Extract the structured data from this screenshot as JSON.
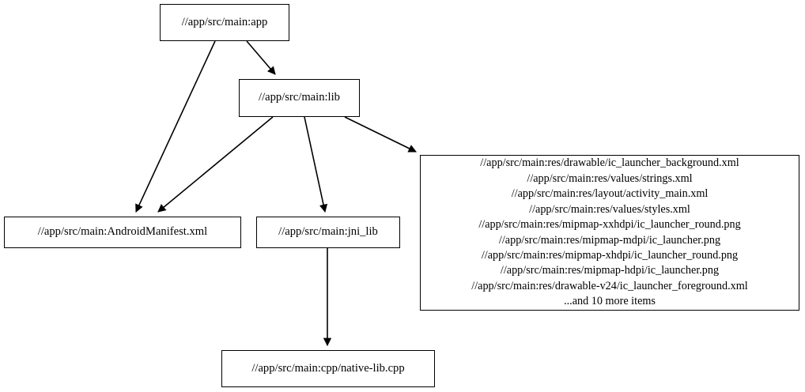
{
  "diagram": {
    "type": "dependency-graph",
    "title": "",
    "background_color": "#ffffff",
    "node_border_color": "#000000",
    "node_fill_color": "#ffffff",
    "edge_color": "#000000",
    "nodes": [
      {
        "id": "app",
        "label": "//app/src/main:app"
      },
      {
        "id": "lib",
        "label": "//app/src/main:lib"
      },
      {
        "id": "manifest",
        "label": "//app/src/main:AndroidManifest.xml"
      },
      {
        "id": "jni_lib",
        "label": "//app/src/main:jni_lib"
      },
      {
        "id": "res_bundle",
        "label": "//app/src/main:res/drawable/ic_launcher_background.xml\n//app/src/main:res/values/strings.xml\n//app/src/main:res/layout/activity_main.xml\n//app/src/main:res/values/styles.xml\n//app/src/main:res/mipmap-xxhdpi/ic_launcher_round.png\n//app/src/main:res/mipmap-mdpi/ic_launcher.png\n//app/src/main:res/mipmap-xhdpi/ic_launcher_round.png\n//app/src/main:res/mipmap-hdpi/ic_launcher.png\n//app/src/main:res/drawable-v24/ic_launcher_foreground.xml\n...and 10 more items",
        "lines": [
          "//app/src/main:res/drawable/ic_launcher_background.xml",
          "//app/src/main:res/values/strings.xml",
          "//app/src/main:res/layout/activity_main.xml",
          "//app/src/main:res/values/styles.xml",
          "//app/src/main:res/mipmap-xxhdpi/ic_launcher_round.png",
          "//app/src/main:res/mipmap-mdpi/ic_launcher.png",
          "//app/src/main:res/mipmap-xhdpi/ic_launcher_round.png",
          "//app/src/main:res/mipmap-hdpi/ic_launcher.png",
          "//app/src/main:res/drawable-v24/ic_launcher_foreground.xml",
          "...and 10 more items"
        ]
      },
      {
        "id": "native_lib",
        "label": "//app/src/main:cpp/native-lib.cpp"
      }
    ],
    "edges": [
      {
        "from": "app",
        "to": "lib",
        "arrowhead": true
      },
      {
        "from": "app",
        "to": "manifest",
        "arrowhead": true
      },
      {
        "from": "lib",
        "to": "manifest",
        "arrowhead": true
      },
      {
        "from": "lib",
        "to": "jni_lib",
        "arrowhead": true
      },
      {
        "from": "lib",
        "to": "res_bundle",
        "arrowhead": true
      },
      {
        "from": "jni_lib",
        "to": "native_lib",
        "arrowhead": true
      }
    ]
  }
}
